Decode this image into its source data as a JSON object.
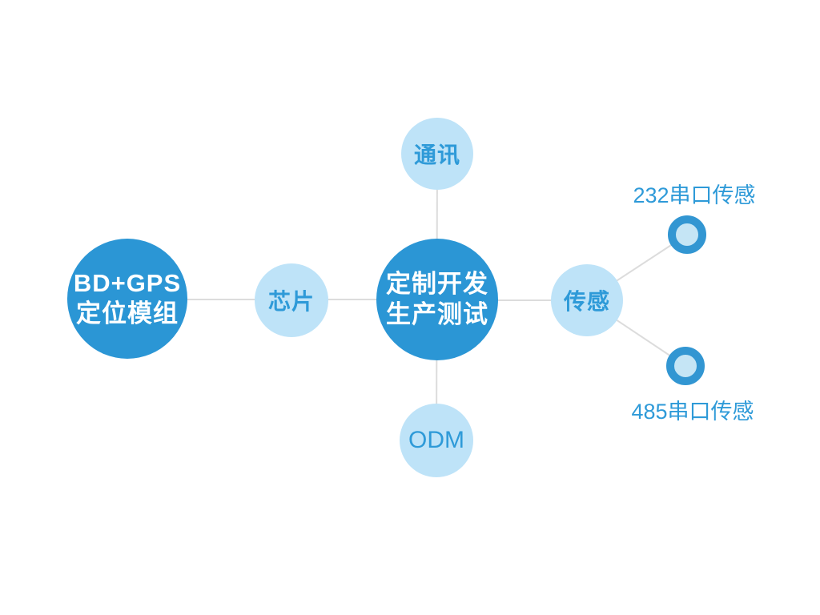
{
  "diagram": {
    "title": "product-capability-relationship-diagram",
    "colors": {
      "background": "#FFFFFF",
      "primary_node": "#2B96D5",
      "light_node": "#BEE3F8",
      "node_text_on_primary": "#FFFFFF",
      "node_text_on_light": "#2E9AD8",
      "connector_line": "#DCDCDC",
      "ring_border": "#3296D2",
      "ring_fill": "#C5E5F5",
      "side_label_text": "#2E9AD8"
    },
    "nodes": {
      "main_left": {
        "line1": "BD+GPS",
        "line2": "定位模组"
      },
      "chip": {
        "label": "芯片"
      },
      "center": {
        "line1": "定制开发",
        "line2": "生产测试"
      },
      "comm": {
        "label": "通讯"
      },
      "odm": {
        "label": "ODM"
      },
      "sensor": {
        "label": "传感"
      }
    },
    "annotations": {
      "sensor_232_label": "232串口传感",
      "sensor_485_label": "485串口传感"
    }
  }
}
